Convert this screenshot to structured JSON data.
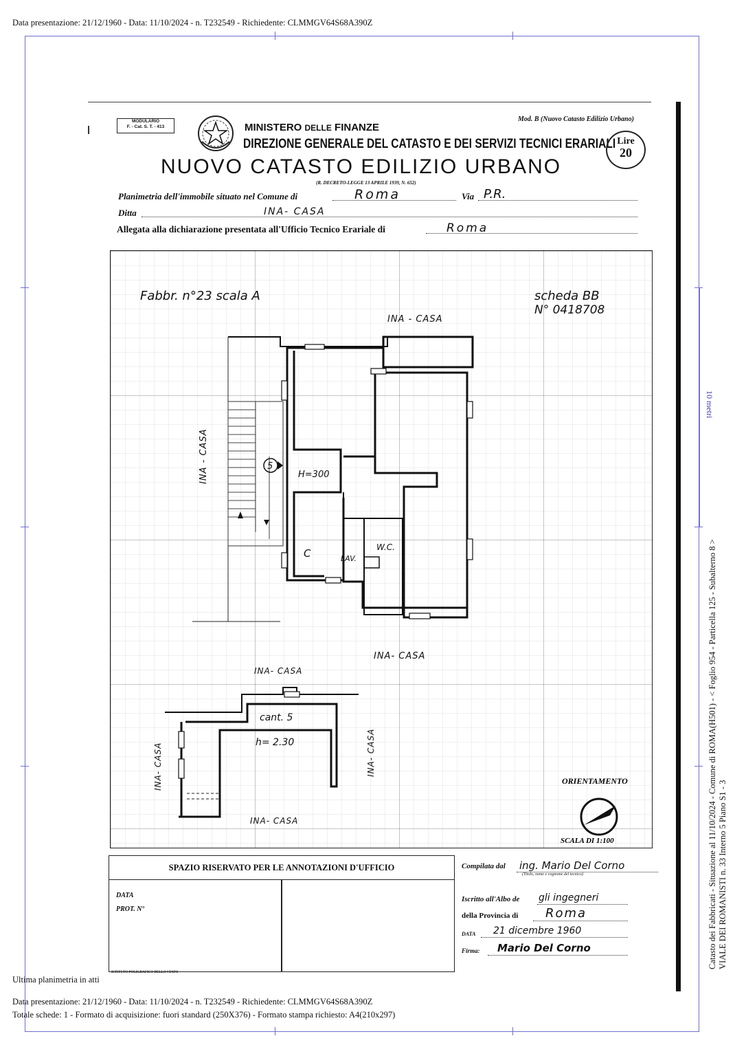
{
  "header_top": "Data presentazione: 21/12/1960 - Data: 11/10/2024 - n. T232549 - Richiedente: CLMMGV64S68A390Z",
  "form": {
    "modulario_line1": "MODULARIO",
    "modulario_line2": "F. - Cat. S. T. - 413",
    "ministry_1": "MINISTERO",
    "ministry_2": "DELLE",
    "ministry_3": "FINANZE",
    "direction": "DIREZIONE GENERALE DEL CATASTO E DEI SERVIZI TECNICI ERARIALI",
    "mod_b": "Mod. B (Nuovo Catasto Edilizio Urbano)",
    "lire_label": "Lire",
    "lire_value": "20",
    "title": "NUOVO CATASTO EDILIZIO URBANO",
    "decree": "(R. DECRETO-LEGGE 13 APRILE 1939, N. 652)",
    "planimetria_label": "Planimetria dell'immobile situato nel Comune di",
    "comune_value": "Roma",
    "via_label": "Via",
    "via_value": "P.R.",
    "ditta_label": "Ditta",
    "ditta_value": "INA- CASA",
    "allegata_label": "Allegata alla dichiarazione presentata all'Ufficio Tecnico Erariale di",
    "ufficio_value": "Roma"
  },
  "plan": {
    "fabbricato": "Fabbr. n°23 scala A",
    "scheda_1": "scheda BB",
    "scheda_2": "N° 0418708",
    "ina_top": "INA - CASA",
    "ina_left": "INA - CASA",
    "ina_bottom": "INA- CASA",
    "stair_number": "5",
    "height_main": "H=300",
    "room_c": "C",
    "room_lav": "LAV.",
    "room_wc": "W.C.",
    "cellar_ina_top": "INA- CASA",
    "cellar_ina_left": "INA- CASA",
    "cellar_ina_right": "INA- CASA",
    "cellar_ina_bottom": "INA- CASA",
    "cellar_name": "cant. 5",
    "cellar_height": "h= 2.30",
    "orientation": "ORIENTAMENTO",
    "scale": "SCALA DI 1:100"
  },
  "annotations": {
    "reserved_title": "SPAZIO RISERVATO PER LE ANNOTAZIONI D'UFFICIO",
    "data_label": "DATA",
    "prot_label": "PROT. N°",
    "printer": "ISTITUTO POLIGRAFICO DELLO STATO",
    "compilata_label": "Compilata dal",
    "compilata_value": "ing. Mario Del Corno",
    "compilata_note": "(Titolo, nome e cognome del tecnico)",
    "iscritto_label": "Iscritto all'Albo de",
    "iscritto_value": "gli ingegneri",
    "provincia_label": "della Provincia di",
    "provincia_value": "Roma",
    "data_field_label": "DATA",
    "data_field_value": "21 dicembre 1960",
    "firma_label": "Firma:",
    "firma_value": "Mario Del Corno"
  },
  "footer": {
    "ultima": "Ultima planimetria in atti",
    "line1": "Data presentazione: 21/12/1960 - Data: 11/10/2024 - n. T232549 - Richiedente: CLMMGV64S68A390Z",
    "line2": "Totale schede: 1 - Formato di acquisizione: fuori standard (250X376) - Formato stampa richiesto: A4(210x297)"
  },
  "side": {
    "meter": "10 metri",
    "line1": "Catasto dei Fabbricati - Situazione al 11/10/2024 - Comune di ROMA(H501) - < Foglio 954 - Particella 125 - Subalterno 8 >",
    "line2": "VIALE DEI ROMANISTI n. 33 Interno 5 Piano S1 - 3"
  },
  "colors": {
    "frame": "#6f6fd0",
    "ink": "#111111"
  }
}
